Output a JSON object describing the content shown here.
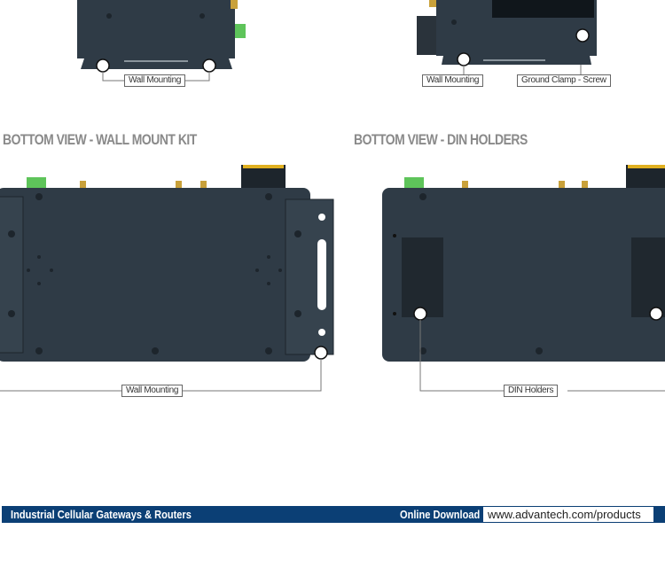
{
  "top_views": {
    "left_label": "Wall Mounting",
    "right_labels": [
      "Wall Mounting",
      "Ground Clamp - Screw"
    ]
  },
  "bottom_wall": {
    "heading": "BOTTOM VIEW - WALL MOUNT KIT",
    "label": "Wall Mounting"
  },
  "bottom_din": {
    "heading": "BOTTOM VIEW - DIN HOLDERS",
    "label": "DIN Holders"
  },
  "footer": {
    "title": "Industrial Cellular Gateways & Routers",
    "download_label": "Online Download",
    "url": "www.advantech.com/products",
    "color": "#0b3f75"
  }
}
